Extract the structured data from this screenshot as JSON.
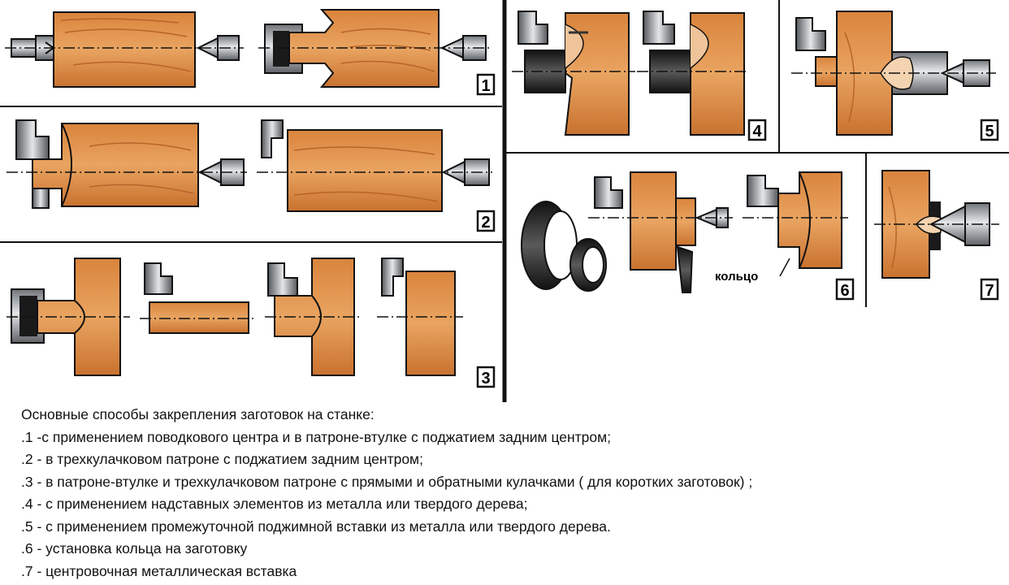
{
  "panels": [
    {
      "number": "1"
    },
    {
      "number": "2"
    },
    {
      "number": "3"
    },
    {
      "number": "4"
    },
    {
      "number": "5"
    },
    {
      "number": "6",
      "ring_label": "кольцо"
    },
    {
      "number": "7"
    }
  ],
  "caption": {
    "title": "Основные способы закрепления заготовок на станке:",
    "items": [
      ".1 -с применением поводкового центра и в патроне-втулке с поджатием задним центром;",
      ".2 - в трехкулачковом патроне с поджатием задним центром;",
      ".3 - в патроне-втулке и трехкулачковом патроне с прямыми и обратными кулачками  ( для коротких заготовок)   ;",
      ".4 - с применением надставных элементов из металла или твердого дерева;",
      ".5 - с применением промежуточной поджимной вставки из металла или твердого дерева.",
      ".6 - установка кольца на заготовку",
      ".7 - центровочная металлическая вставка"
    ]
  },
  "colors": {
    "wood": "#d98a45",
    "wood_dark": "#b8642a",
    "metal": "#9a9ea3",
    "metal_dark": "#2b2b2b",
    "lines": "#111111"
  }
}
